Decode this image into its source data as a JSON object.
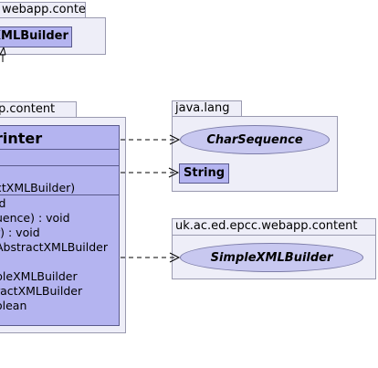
{
  "packages": {
    "top_left": {
      "tab_label": "webapp.content",
      "class_name": "XMLBuilder"
    },
    "main": {
      "tab_label": "p.content"
    },
    "java_lang": {
      "tab_label": "java.lang",
      "interface_name": "CharSequence",
      "class_name": "String"
    },
    "uk_webapp": {
      "tab_label": "uk.ac.ed.epcc.webapp.content",
      "interface_name": "SimpleXMLBuilder"
    }
  },
  "main_class": {
    "name": "rinter",
    "members": [
      "ctXMLBuilder)",
      "id",
      "uence) : void",
      "r) : void",
      "AbstractXMLBuilder",
      "",
      "pleXMLBuilder",
      "ractXMLBuilder",
      "olean"
    ]
  }
}
